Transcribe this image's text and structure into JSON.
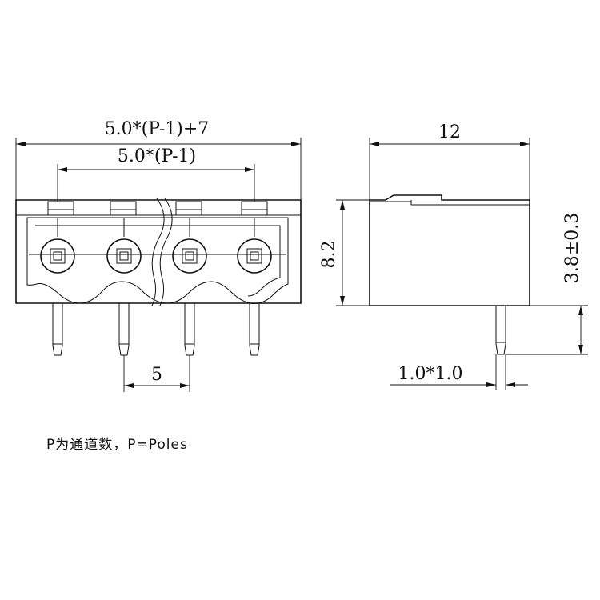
{
  "dimensions": {
    "overall_width": "5.0*(P-1)+7",
    "pitch_span": "5.0*(P-1)",
    "pitch": "5",
    "depth": "12",
    "height": "8.2",
    "pin_length": "3.8±0.3",
    "pin_section": "1.0*1.0"
  },
  "note": "P为通道数，P=Poles"
}
